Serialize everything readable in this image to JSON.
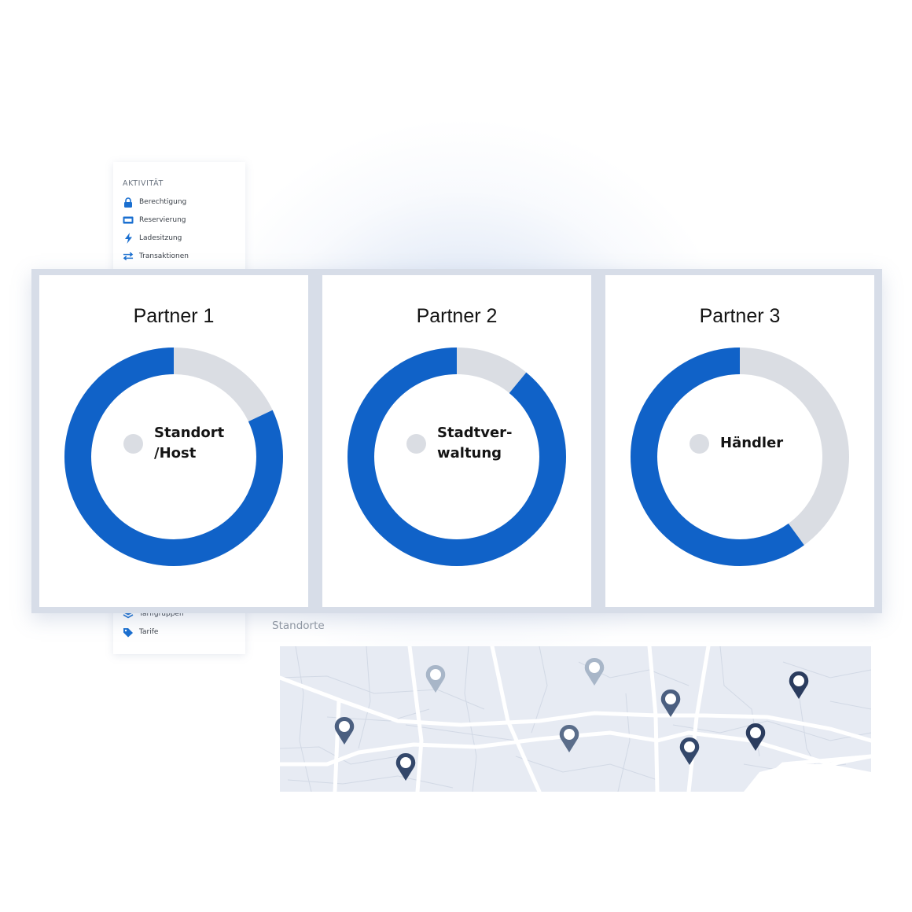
{
  "sidebar": {
    "heading": "AKTIVITÄT",
    "items": [
      {
        "label": "Berechtigung",
        "icon": "lock-icon"
      },
      {
        "label": "Reservierung",
        "icon": "ticket-icon"
      },
      {
        "label": "Ladesitzung",
        "icon": "lightning-icon"
      },
      {
        "label": "Transaktionen",
        "icon": "arrows-exchange-icon"
      },
      {
        "label": "Tarifgruppen",
        "icon": "layers-icon"
      },
      {
        "label": "Tarife",
        "icon": "tag-icon"
      }
    ]
  },
  "partners": [
    {
      "title": "Partner 1",
      "label": "Standort\n/Host",
      "share": 0.82
    },
    {
      "title": "Partner 2",
      "label": "Stadtver-\nwaltung",
      "share": 0.89
    },
    {
      "title": "Partner 3",
      "label": "Händler",
      "share": 0.6
    }
  ],
  "colors": {
    "accent": "#1062c8",
    "track": "#dadde3",
    "pin_dark": "#33476a",
    "pin_light": "#a8b6c8"
  },
  "map": {
    "title": "Standorte"
  }
}
